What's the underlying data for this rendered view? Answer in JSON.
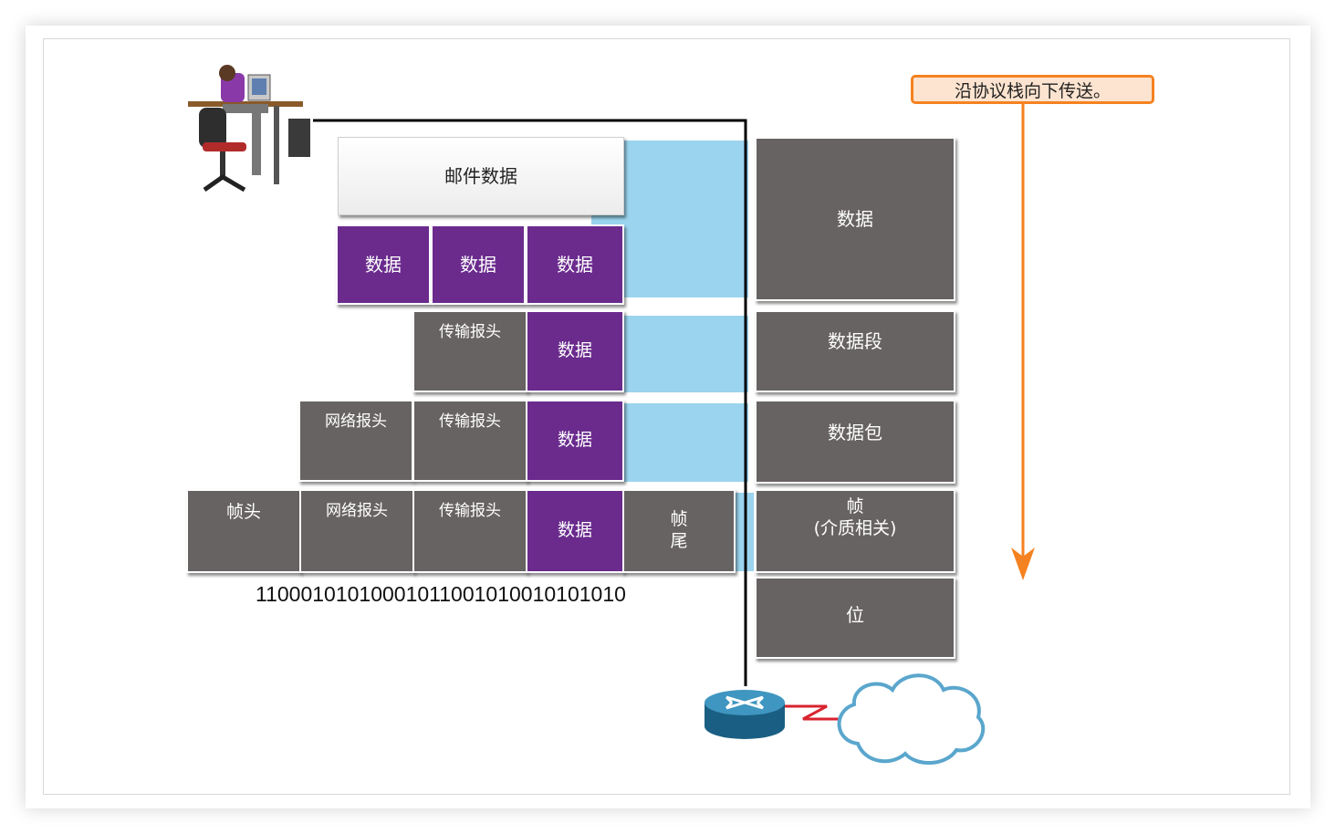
{
  "callout": "沿协议栈向下传送。",
  "app_layer": {
    "label": "邮件数据"
  },
  "data_row": [
    "数据",
    "数据",
    "数据"
  ],
  "segment_row": {
    "transport_header": "传输报头",
    "data": "数据"
  },
  "packet_row": {
    "network_header": "网络报头",
    "transport_header": "传输报头",
    "data": "数据"
  },
  "frame_row": {
    "frame_header": "帧头",
    "network_header": "网络报头",
    "transport_header": "传输报头",
    "data": "数据",
    "trailer_line1": "帧",
    "trailer_line2": "尾"
  },
  "bits": "11000101010001011001010010101010",
  "pdu_labels": {
    "data": "数据",
    "segment": "数据段",
    "packet": "数据包",
    "frame_line1": "帧",
    "frame_line2": "(介质相关)",
    "bits": "位"
  },
  "colors": {
    "purple": "#6a2b8d",
    "gray": "#676362",
    "light_blue": "#9bd4ee",
    "orange": "#f58220"
  }
}
